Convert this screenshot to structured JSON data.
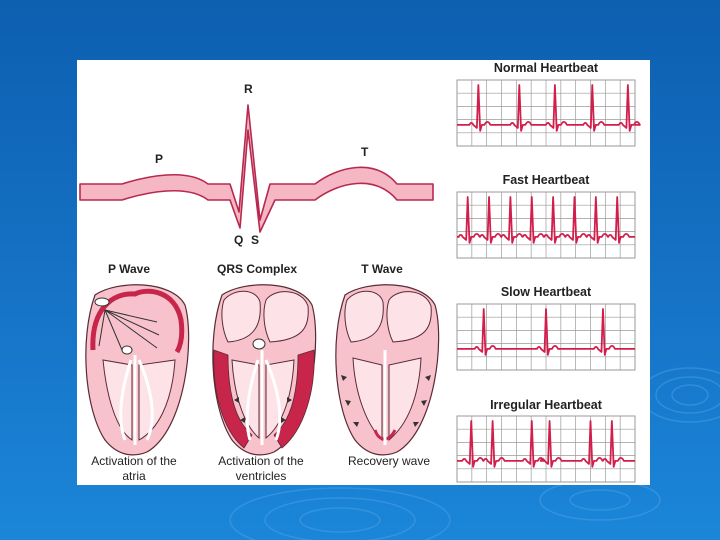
{
  "ecg_waveform": {
    "labels": {
      "p": "P",
      "q": "Q",
      "r": "R",
      "s": "S",
      "t": "T"
    }
  },
  "heart_phases": [
    {
      "title": "P Wave",
      "caption_lines": [
        "Activation of the",
        "atria"
      ]
    },
    {
      "title": "QRS Complex",
      "caption_lines": [
        "Activation of the",
        "ventricles"
      ]
    },
    {
      "title": "T Wave",
      "caption_lines": [
        "Recovery wave"
      ]
    }
  ],
  "rhythm_strips": [
    {
      "title": "Normal Heartbeat",
      "beats": [
        0.12,
        0.35,
        0.55,
        0.76,
        0.96
      ]
    },
    {
      "title": "Fast Heartbeat",
      "beats": [
        0.06,
        0.18,
        0.3,
        0.42,
        0.54,
        0.66,
        0.78,
        0.9
      ]
    },
    {
      "title": "Slow Heartbeat",
      "beats": [
        0.15,
        0.5,
        0.82
      ]
    },
    {
      "title": "Irregular Heartbeat",
      "beats": [
        0.08,
        0.2,
        0.42,
        0.52,
        0.75,
        0.87
      ]
    }
  ],
  "colors": {
    "background": "#1269bd",
    "ecg_fill": "#f4b7c3",
    "ecg_stroke": "#b8294f",
    "strip_trace": "#d21e4a",
    "grid": "#9a9a9a",
    "heart_wall": "#f7c2cc",
    "heart_active": "#c8254b"
  }
}
